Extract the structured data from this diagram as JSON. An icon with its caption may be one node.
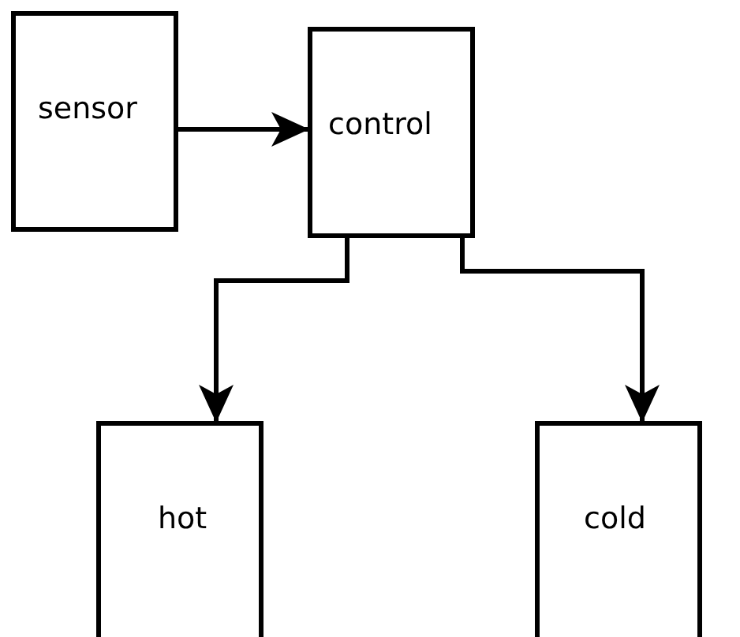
{
  "diagram": {
    "nodes": [
      {
        "text": [
          "sensor"
        ]
      },
      {
        "text": [
          "control"
        ]
      },
      {
        "text": [
          "hot"
        ]
      },
      {
        "text": [
          "cold"
        ]
      }
    ],
    "edges": [
      {
        "from": 0,
        "to": 1,
        "arrow": "to"
      },
      {
        "from": 1,
        "to": 2,
        "arrow": "to"
      },
      {
        "from": 1,
        "to": 3,
        "arrow": "to"
      }
    ]
  }
}
